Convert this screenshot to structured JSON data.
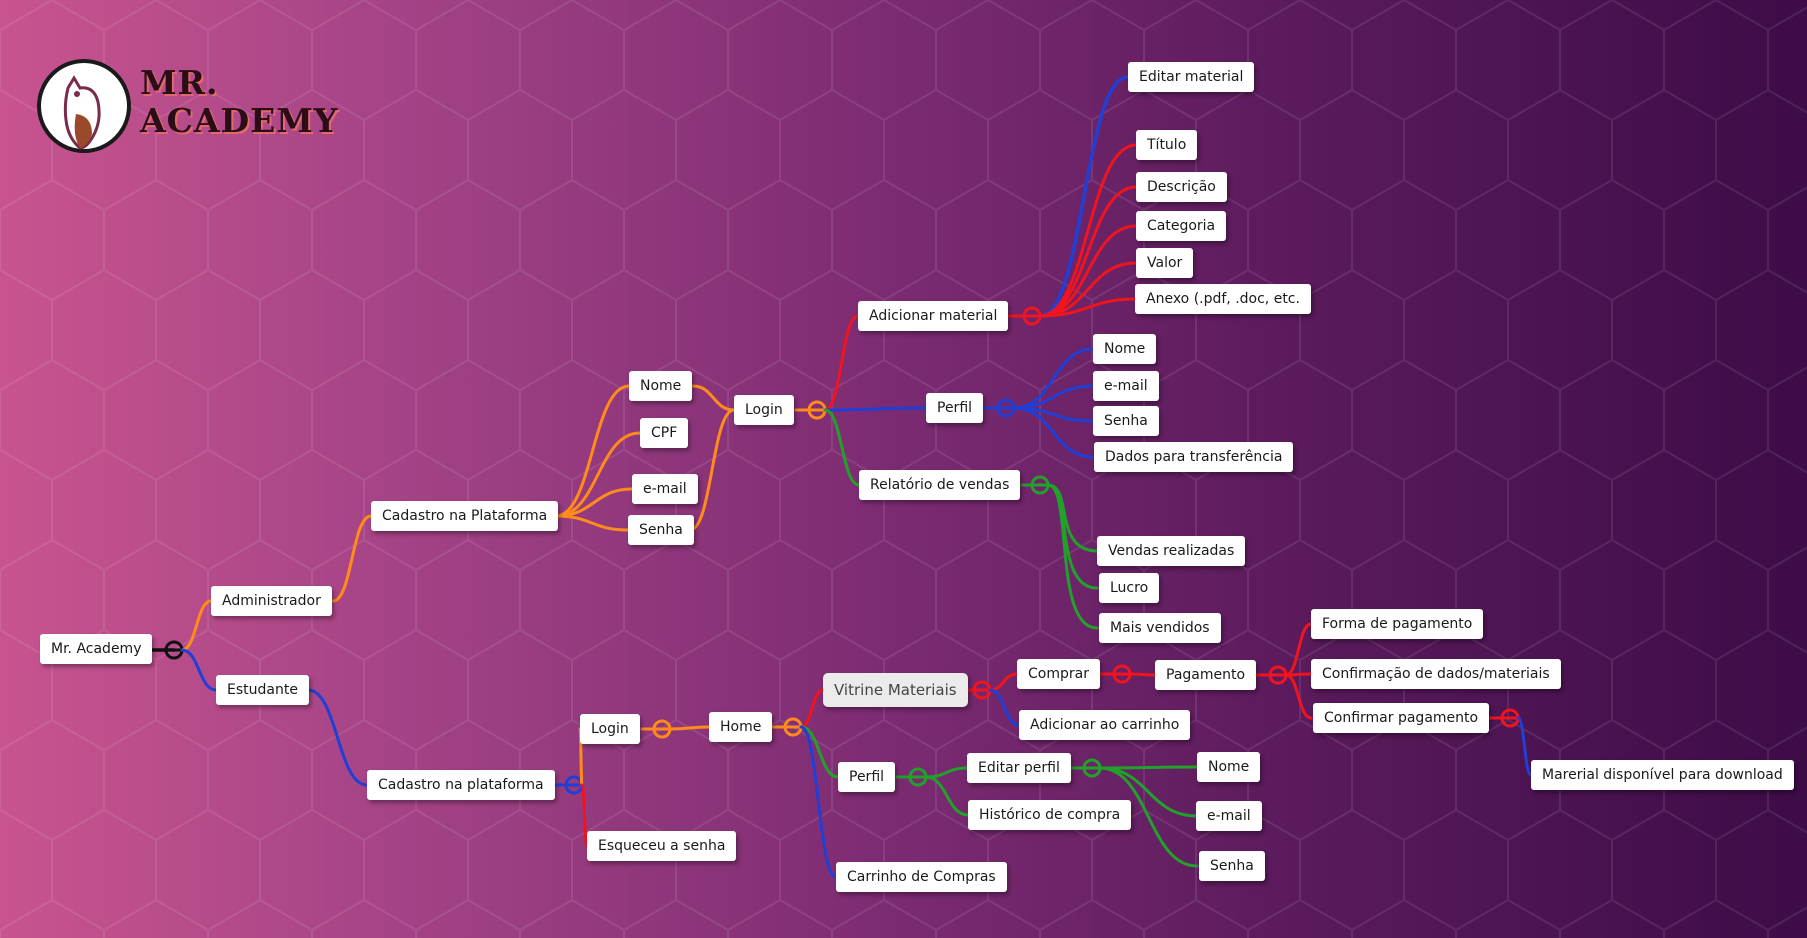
{
  "logo": {
    "line1": "MR.",
    "line2": "ACADEMY"
  },
  "colors": {
    "orange": "#ff8c1a",
    "red": "#f0141e",
    "blue": "#1f3fd6",
    "green": "#22a12a",
    "black": "#111111"
  },
  "nodes": {
    "root": "Mr. Academy",
    "admin": "Administrador",
    "admin_cadastro": "Cadastro na Plataforma",
    "admin_nome": "Nome",
    "admin_cpf": "CPF",
    "admin_email": "e-mail",
    "admin_senha": "Senha",
    "admin_login": "Login",
    "adicionar_material": "Adicionar material",
    "editar_material": "Editar material",
    "titulo": "Título",
    "descricao": "Descrição",
    "categoria": "Categoria",
    "valor": "Valor",
    "anexo": "Anexo (.pdf, .doc, etc.",
    "admin_perfil": "Perfil",
    "perfil_nome": "Nome",
    "perfil_email": "e-mail",
    "perfil_senha": "Senha",
    "dados_transferencia": "Dados para transferência",
    "relatorio": "Relatório de vendas",
    "vendas_realizadas": "Vendas realizadas",
    "lucro": "Lucro",
    "mais_vendidos": "Mais vendidos",
    "estudante": "Estudante",
    "est_cadastro": "Cadastro na plataforma",
    "est_login": "Login",
    "esqueceu": "Esqueceu a senha",
    "home": "Home",
    "vitrine": "Vitrine Materiais",
    "comprar": "Comprar",
    "pagamento": "Pagamento",
    "forma_pagamento": "Forma de pagamento",
    "confirmacao_dados": "Confirmação de dados/materiais",
    "confirmar_pagamento": "Confirmar pagamento",
    "disponivel_download": "Marerial disponível para download",
    "adicionar_carrinho": "Adicionar ao carrinho",
    "est_perfil": "Perfil",
    "editar_perfil": "Editar perfil",
    "historico": "Histórico de compra",
    "est_nome": "Nome",
    "est_email": "e-mail",
    "est_senha": "Senha",
    "carrinho": "Carrinho de Compras"
  }
}
